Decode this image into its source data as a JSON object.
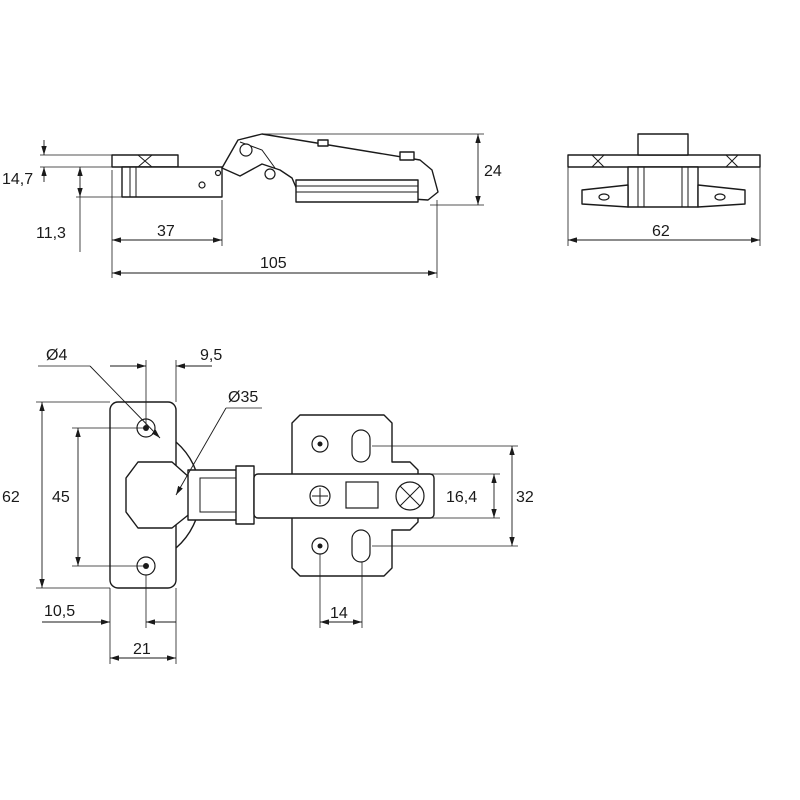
{
  "dimensions": {
    "side_flange_thickness": "14,7",
    "side_body_drop": "11,3",
    "side_cup_width": "37",
    "side_total_length": "105",
    "side_height": "24",
    "end_plate_width": "62",
    "cup_screw_hole_dia": "Ø4",
    "cup_hole_offset": "9,5",
    "cup_dia": "Ø35",
    "flange_height": "62",
    "flange_hole_pitch": "45",
    "flange_hole_inset": "10,5",
    "flange_width": "21",
    "plate_inner": "16,4",
    "plate_outer": "32",
    "plate_hole_spacing": "14"
  }
}
